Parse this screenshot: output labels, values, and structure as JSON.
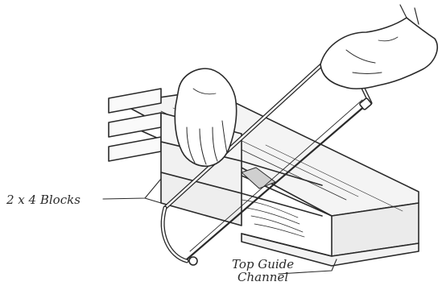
{
  "labels": {
    "blocks": "2 x 4 Blocks",
    "channel_line1": "Top Guide",
    "channel_line2": "Channel"
  },
  "colors": {
    "ink": "#2a2a2a",
    "paper": "#ffffff",
    "shade": "#d8d8d8"
  }
}
